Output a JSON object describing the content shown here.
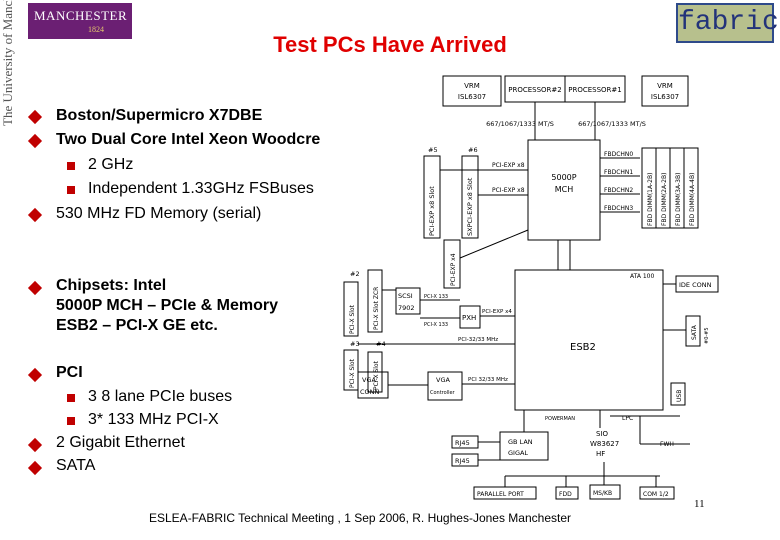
{
  "header": {
    "logo_line1": "MANCHESTER",
    "logo_line2": "1824",
    "university_vertical": "The University of Manchester",
    "title": "Test PCs Have Arrived",
    "fabric_logo": "fabric"
  },
  "bullets": {
    "b1": "Boston/Supermicro X7DBE",
    "b2": "Two Dual Core Intel Xeon Woodcre",
    "b2_sub1": "2 GHz",
    "b2_sub2": "Independent 1.33GHz FSBuses",
    "b3": "530 MHz FD Memory (serial)",
    "b4_l1": "Chipsets: Intel",
    "b4_l2": "5000P MCH – PCIe & Memory",
    "b4_l3": "ESB2 – PCI-X GE etc.",
    "b5": "PCI",
    "b5_sub1": "3 8 lane PCIe buses",
    "b5_sub2": "3* 133 MHz PCI-X",
    "b6": "2 Gigabit Ethernet",
    "b7": "SATA"
  },
  "diagram": {
    "vrm_left": "VRM",
    "isl_left": "ISL6307",
    "proc2": "PROCESSOR#2",
    "proc1": "PROCESSOR#1",
    "vrm_right": "VRM",
    "isl_right": "ISL6307",
    "fsb_left": "667/1067/1333 MT/S",
    "fsb_right": "667/1067/1333 MT/S",
    "mch_l1": "5000P",
    "mch_l2": "MCH",
    "slot5": "#5",
    "slot6": "#6",
    "pcie_x8_slot": "PCI-EXP x8 Slot",
    "pcie_x4_slot": "SXPCI-EXP x8 Slot",
    "pci_exp_a": "PCI-EXP x8",
    "pci_exp_b": "PCI-EXP x8",
    "pci_exp_c": "PCI-EXP x4",
    "fbd_a": "FBDCHN0",
    "fbd_b": "FBDCHN1",
    "fbd_c": "FBDCHN2",
    "fbd_d": "FBDCHN3",
    "dimm_1": "FBD DIMM(1A-2B)",
    "dimm_2": "FBD DIMM(2A-2B)",
    "dimm_3": "FBD DIMM(3A-3B)",
    "dimm_4": "FBD DIMM(4A-4B)",
    "esb2": "ESB2",
    "ata": "ATA 100",
    "ide": "IDE CONN",
    "sata": "SATA",
    "sata_ports": "#0-#5",
    "scsi_l1": "SCSI",
    "scsi_l2": "7902",
    "pxh": "PXH",
    "pci_x_133": "PCI-X 133",
    "pci_x_133b": "PCI-X 133",
    "pci_32": "PCI-32/33 MHz",
    "pci_exp_x4": "PCI-EXP x4",
    "slot2": "#2",
    "slot3": "#3",
    "slot4": "#4",
    "pcix_slot_l1": "PCI-X Slot",
    "pcix_slot_l2": "PCI-X Slot",
    "pcix_slot_l3": "PCI-X Slot ZCR",
    "pcix_slot_l4": "PCI-X Slot",
    "vga_conn_l1": "VGA",
    "vga_conn_l2": "CONN",
    "vga_ctrl_l1": "VGA",
    "vga_ctrl_l2": "Controller",
    "pci_mhz": "PCI 32/33 MHz",
    "rj45a": "RJ45",
    "rj45b": "RJ45",
    "gb_lan_l1": "GB LAN",
    "gb_lan_l2": "GIGAL",
    "sio_l1": "SIO",
    "sio_l2": "W83627",
    "sio_l3": "HF",
    "lpc": "LPC",
    "fwh": "FWH",
    "usb": "USB",
    "parallel": "PARALLEL PORT",
    "fdd": "FDD",
    "ms_kb": "MS/KB",
    "com": "COM 1/2",
    "powerman": "POWERMAN"
  },
  "footer": {
    "text": "ESLEA-FABRIC Technical Meeting , 1 Sep 2006,  R. Hughes-Jones  Manchester",
    "page_number": "11"
  }
}
